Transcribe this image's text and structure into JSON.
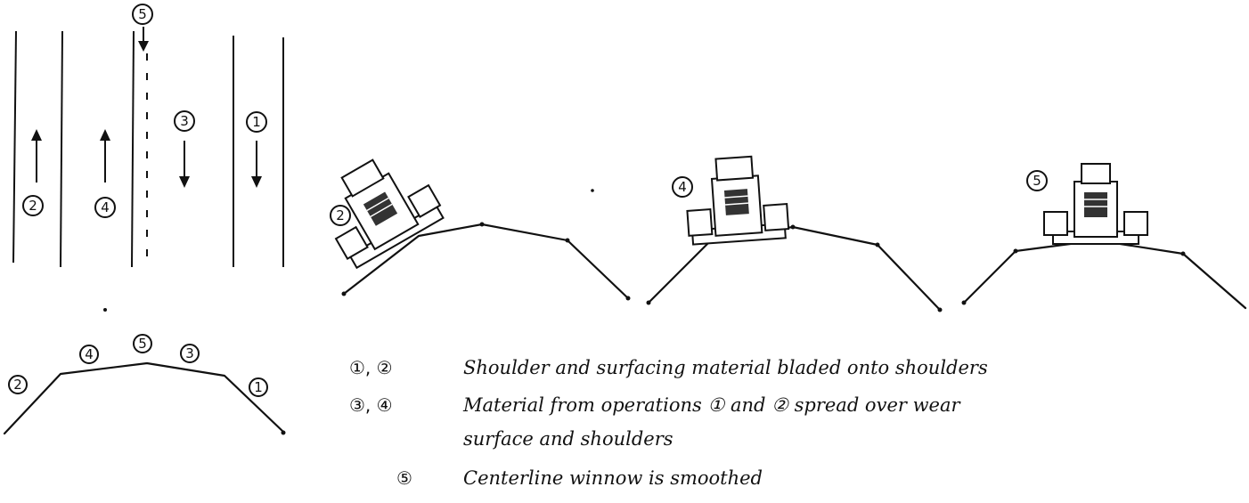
{
  "lane_markers": {
    "op5": "5",
    "op3": "3",
    "op1": "1",
    "op2": "2",
    "op4": "4"
  },
  "cross_section_labels": {
    "left": "2",
    "mid_left": "4",
    "center": "5",
    "mid_right": "3",
    "right": "1"
  },
  "grader_labels": {
    "first": "2",
    "second": "4",
    "third": "5"
  },
  "legend": [
    {
      "key": "①, ②",
      "text": "Shoulder and surfacing material bladed onto shoulders"
    },
    {
      "key": "③, ④",
      "text": "Material from operations ① and ② spread over wear"
    },
    {
      "key": "",
      "text": "surface and shoulders"
    },
    {
      "key": "⑤",
      "text": "Centerline winnow is smoothed"
    }
  ]
}
